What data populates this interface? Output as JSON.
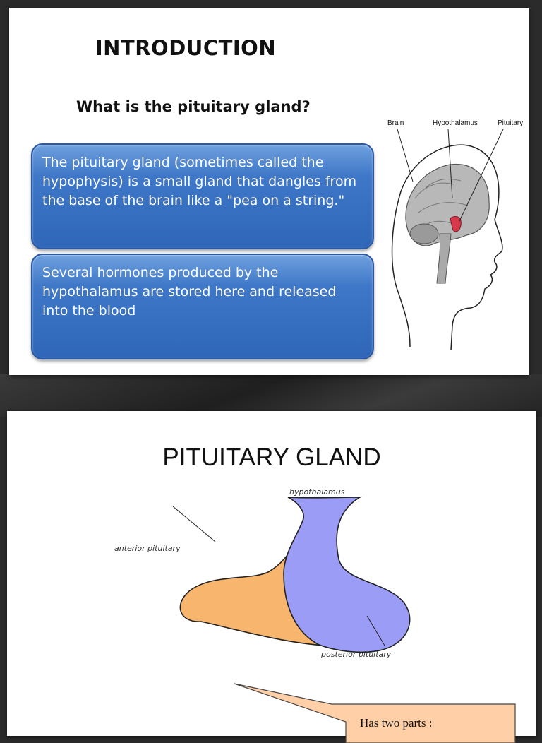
{
  "slide1": {
    "title": "INTRODUCTION",
    "subtitle": "What is the pituitary gland?",
    "box1_text": "The pituitary gland (sometimes called the hypophysis) is a small gland that dangles from the base of the brain like a \"pea on a string.\"",
    "box2_text": "Several hormones produced by the hypothalamus are stored here and released into the blood",
    "figure_labels": {
      "brain": "Brain",
      "hypothalamus": "Hypothalamus",
      "pituitary": "Pituitary"
    }
  },
  "slide2": {
    "title": "PITUITARY GLAND",
    "diagram_labels": {
      "hypothalamus": "hypothalamus",
      "anterior": "anterior pituitary",
      "posterior": "posterior pituitary"
    },
    "callout_text": "Has two parts :"
  },
  "colors": {
    "box_blue": "#3f78c8",
    "anterior_orange": "#f7b56e",
    "posterior_blue": "#9b9cf5",
    "callout_fill": "#ffd0a8",
    "pituitary_red": "#d63a4a"
  }
}
